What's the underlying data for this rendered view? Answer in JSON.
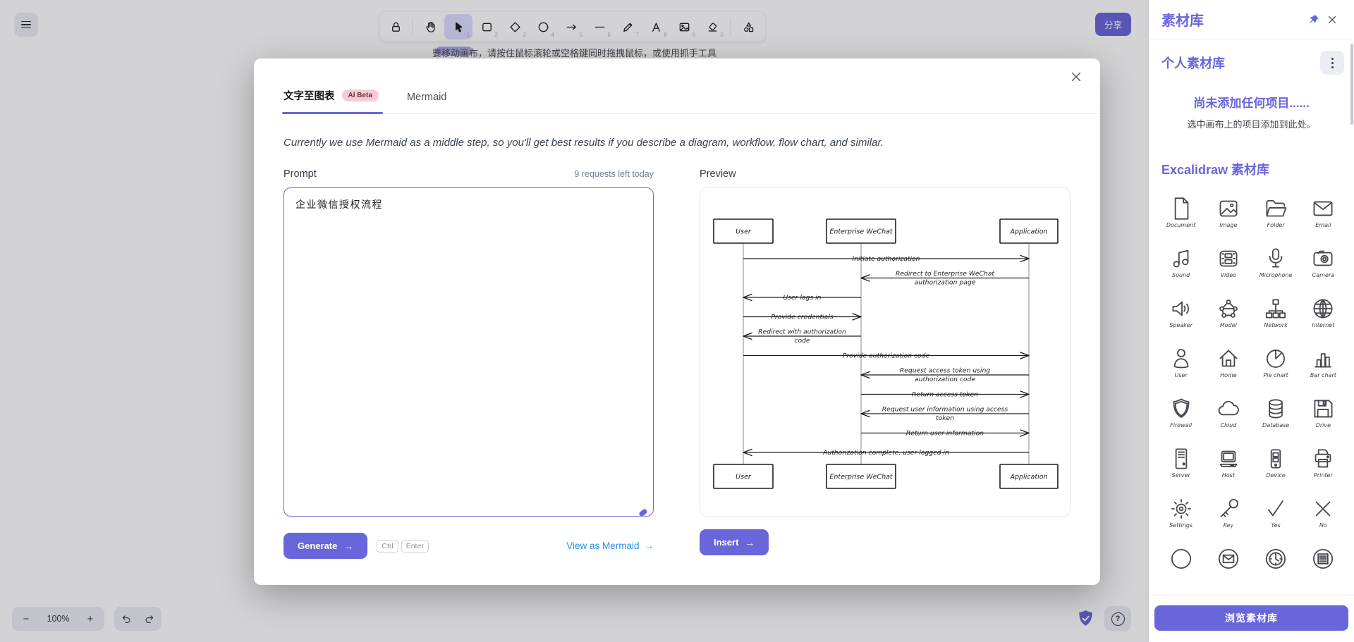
{
  "colors": {
    "accent": "#6965db",
    "accent_light": "#dedcff",
    "badge_bg": "#f9c9d4",
    "badge_text": "#5d3a44",
    "link_blue": "#2a8fe8",
    "diagram_stroke": "#1e1e1e"
  },
  "canvas": {
    "hint": "要移动画布，请按住鼠标滚轮或空格键同时拖拽鼠标，或使用抓手工具",
    "share_label": "分享",
    "toolbar": {
      "tools": [
        {
          "name": "lock",
          "shortcut": "",
          "active": false
        },
        {
          "name": "hand",
          "shortcut": "",
          "active": false
        },
        {
          "name": "selection",
          "shortcut": "1",
          "active": true
        },
        {
          "name": "rectangle",
          "shortcut": "2",
          "active": false
        },
        {
          "name": "diamond",
          "shortcut": "3",
          "active": false
        },
        {
          "name": "ellipse",
          "shortcut": "4",
          "active": false
        },
        {
          "name": "arrow",
          "shortcut": "5",
          "active": false
        },
        {
          "name": "line",
          "shortcut": "6",
          "active": false
        },
        {
          "name": "draw",
          "shortcut": "7",
          "active": false
        },
        {
          "name": "text",
          "shortcut": "8",
          "active": false
        },
        {
          "name": "image",
          "shortcut": "9",
          "active": false
        },
        {
          "name": "eraser",
          "shortcut": "0",
          "active": false
        },
        {
          "name": "shapes",
          "shortcut": "",
          "active": false
        }
      ]
    },
    "zoom": {
      "minus": "−",
      "level": "100%",
      "plus": "+"
    },
    "help_label": "?"
  },
  "modal": {
    "tabs": [
      {
        "label": "文字至图表",
        "badge": "AI Beta",
        "active": true
      },
      {
        "label": "Mermaid",
        "active": false
      }
    ],
    "description": "Currently we use Mermaid as a middle step, so you'll get best results if you describe a diagram, workflow, flow chart, and similar.",
    "prompt": {
      "label": "Prompt",
      "quota": "9 requests left today",
      "value": "企业微信授权流程"
    },
    "preview": {
      "label": "Preview",
      "diagram": {
        "type": "sequence",
        "actors": [
          "User",
          "Enterprise WeChat",
          "Application"
        ],
        "messages": [
          {
            "from": 0,
            "to": 2,
            "text": "Initiate authorization"
          },
          {
            "from": 2,
            "to": 1,
            "text": "Redirect to Enterprise WeChat\nauthorization page"
          },
          {
            "from": 1,
            "to": 0,
            "text": "User logs in"
          },
          {
            "from": 0,
            "to": 1,
            "text": "Provide credentials"
          },
          {
            "from": 1,
            "to": 0,
            "text": "Redirect with authorization\ncode"
          },
          {
            "from": 0,
            "to": 2,
            "text": "Provide authorization code"
          },
          {
            "from": 2,
            "to": 1,
            "text": "Request access token using\nauthorization code"
          },
          {
            "from": 1,
            "to": 2,
            "text": "Return access token"
          },
          {
            "from": 2,
            "to": 1,
            "text": "Request user information using access\ntoken"
          },
          {
            "from": 1,
            "to": 2,
            "text": "Return user information"
          },
          {
            "from": 2,
            "to": 0,
            "text": "Authorization complete, user logged in"
          }
        ]
      }
    },
    "footer": {
      "generate_label": "Generate",
      "generate_arrow": "→",
      "keys": [
        "Ctrl",
        "Enter"
      ],
      "view_link": "View as Mermaid",
      "view_arrow": "→",
      "insert_label": "Insert",
      "insert_arrow": "→"
    }
  },
  "sidebar": {
    "title": "素材库",
    "personal": {
      "title": "个人素材库",
      "empty_title": "尚未添加任何项目......",
      "empty_hint": "选中画布上的项目添加到此处。"
    },
    "excalidraw": {
      "title": "Excalidraw 素材库",
      "items": [
        {
          "label": "Document",
          "icon": "document"
        },
        {
          "label": "Image",
          "icon": "image"
        },
        {
          "label": "Folder",
          "icon": "folder"
        },
        {
          "label": "Email",
          "icon": "email"
        },
        {
          "label": "Sound",
          "icon": "sound"
        },
        {
          "label": "Video",
          "icon": "video"
        },
        {
          "label": "Microphone",
          "icon": "microphone"
        },
        {
          "label": "Camera",
          "icon": "camera"
        },
        {
          "label": "Speaker",
          "icon": "speaker"
        },
        {
          "label": "Model",
          "icon": "model"
        },
        {
          "label": "Network",
          "icon": "network"
        },
        {
          "label": "Internet",
          "icon": "internet"
        },
        {
          "label": "User",
          "icon": "user"
        },
        {
          "label": "Home",
          "icon": "home"
        },
        {
          "label": "Pie chart",
          "icon": "pie-chart"
        },
        {
          "label": "Bar chart",
          "icon": "bar-chart"
        },
        {
          "label": "Firewall",
          "icon": "firewall"
        },
        {
          "label": "Cloud",
          "icon": "cloud"
        },
        {
          "label": "Database",
          "icon": "database"
        },
        {
          "label": "Drive",
          "icon": "drive"
        },
        {
          "label": "Server",
          "icon": "server"
        },
        {
          "label": "Host",
          "icon": "host"
        },
        {
          "label": "Device",
          "icon": "device"
        },
        {
          "label": "Printer",
          "icon": "printer"
        },
        {
          "label": "Settings",
          "icon": "settings"
        },
        {
          "label": "Key",
          "icon": "key"
        },
        {
          "label": "Yes",
          "icon": "yes"
        },
        {
          "label": "No",
          "icon": "no"
        },
        {
          "label": "",
          "icon": "circle"
        },
        {
          "label": "",
          "icon": "circle-email"
        },
        {
          "label": "",
          "icon": "circle-clock"
        },
        {
          "label": "",
          "icon": "circle-notes"
        }
      ]
    },
    "browse_label": "浏览素材库"
  }
}
